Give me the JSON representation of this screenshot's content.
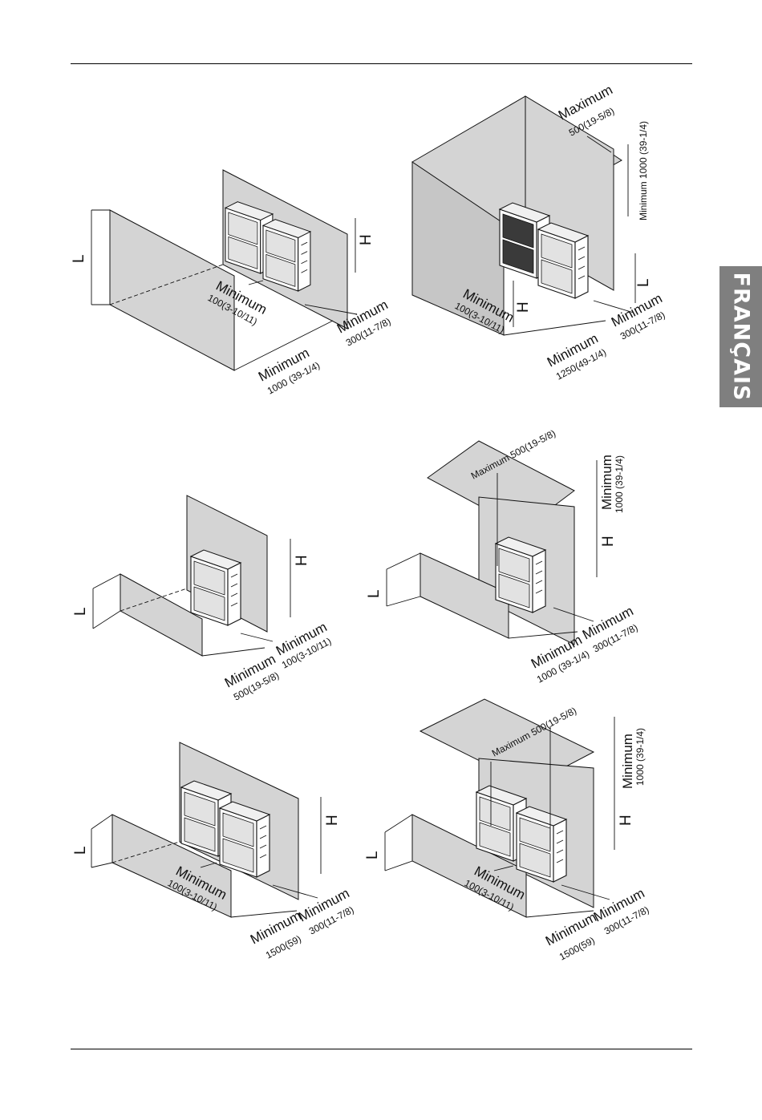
{
  "side_tab": {
    "label": "FRANÇAIS"
  },
  "labels": {
    "min": "Minimum",
    "max": "Maximum",
    "L": "L",
    "H": "H",
    "v100": "100(3-10/11)",
    "v300": "300(11-7/8)",
    "v500": "500(19-5/8)",
    "v1000": "1000 (39-1/4)",
    "v1250": "1250(49-1/4)",
    "v1500": "1500(59)",
    "min1000_inline": "Minimum 1000 (39-1/4)",
    "max500_inline": "Maximum 500(19-5/8)"
  }
}
